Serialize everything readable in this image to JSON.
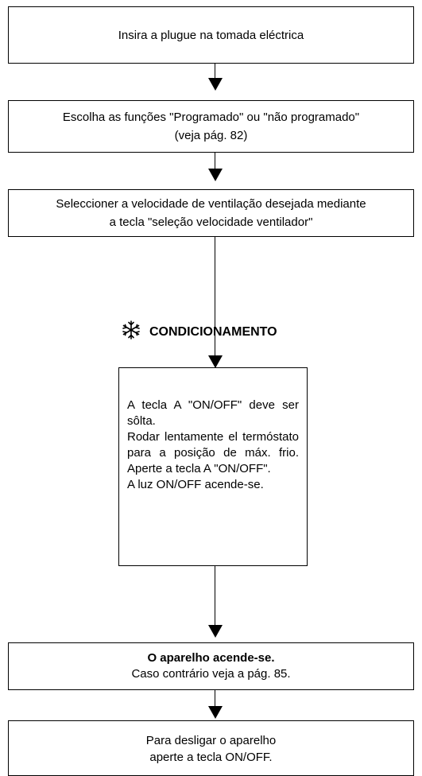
{
  "steps": {
    "insert": "Insira a plugue na tomada eléctrica",
    "choose_line1": "Escolha as funções \"Programado\" ou \"não programado\"",
    "choose_line2": "(veja pág. 82)",
    "speed_line1": "Seleccioner a velocidade de ventilação desejada mediante",
    "speed_line2": "a tecla \"seleção velocidade ventilador\""
  },
  "conditioning": {
    "icon": "snowflake-icon",
    "label": "CONDICIONAMENTO",
    "line1": "A tecla A \"ON/OFF\" deve ser sôlta.",
    "line2": "Rodar lentamente el termóstato para a posição de máx. frio.",
    "line3": "Aperte a tecla A \"ON/OFF\".",
    "line4": "A luz ON/OFF acende-se."
  },
  "result": {
    "title": "O aparelho acende-se.",
    "note": "Caso contrário veja a pág. 85."
  },
  "shutdown": {
    "line1": "Para desligar o aparelho",
    "line2": "aperte a tecla ON/OFF."
  }
}
